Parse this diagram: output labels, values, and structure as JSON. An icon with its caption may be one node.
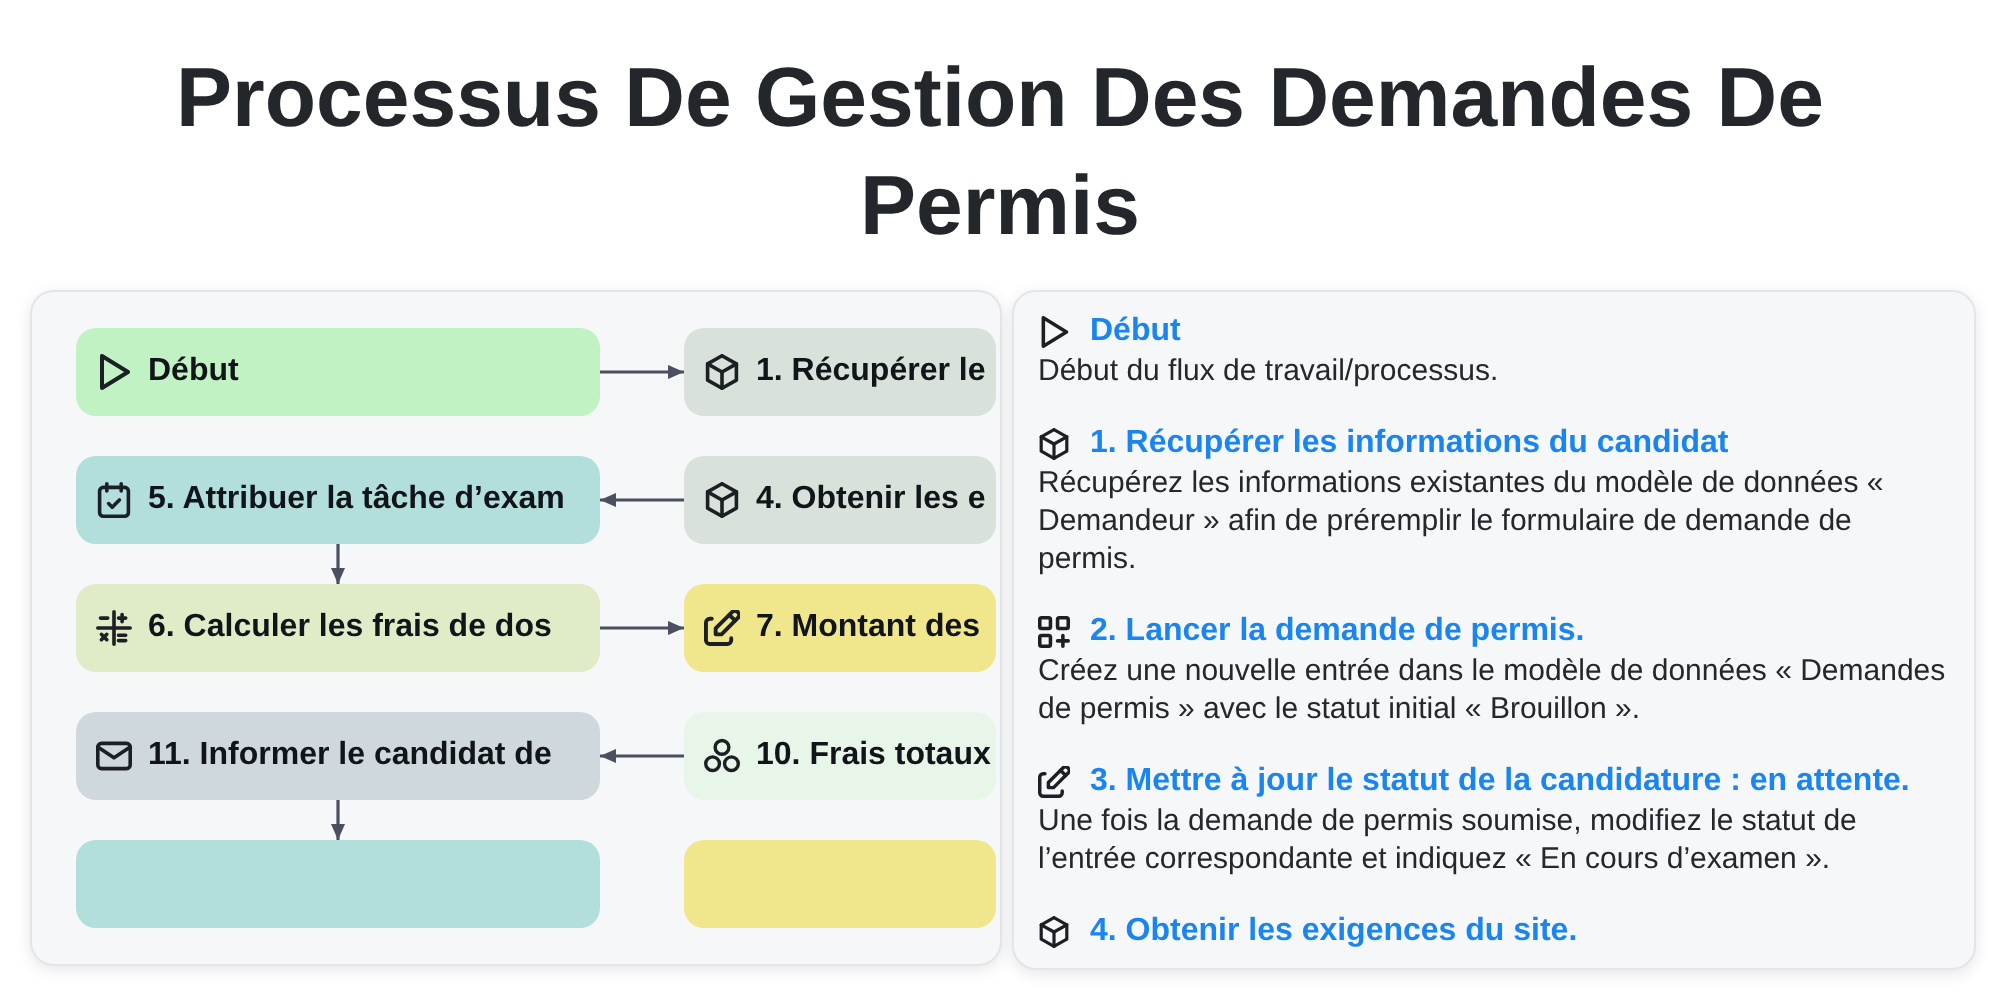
{
  "diagram": {
    "title": "Processus De Gestion Des Demandes De Permis",
    "nodes": [
      {
        "text": [
          "Début"
        ]
      },
      {
        "text": [
          "1. Récupérer le"
        ]
      },
      {
        "text": [
          "5. Attribuer la tâche d’exam"
        ]
      },
      {
        "text": [
          "4. Obtenir les e"
        ]
      },
      {
        "text": [
          "6. Calculer les frais de dos"
        ]
      },
      {
        "text": [
          "7. Montant des"
        ]
      },
      {
        "text": [
          "11. Informer le candidat de"
        ]
      },
      {
        "text": [
          "10. Frais totaux"
        ]
      },
      {
        "text": [],
        "shape": "box"
      },
      {
        "text": [],
        "shape": "box"
      },
      {
        "text": [
          "Début",
          "Début du flux de travail/processus.",
          "1. Récupérer les informations du candidat",
          "Récupérez les informations existantes du modèle de données « Demandeur » afin de préremplir le formulaire de demande de permis.",
          "2. Lancer la demande de permis.",
          "Créez une nouvelle entrée dans le modèle de données « Demandes de permis » avec le statut initial « Brouillon ».",
          "3. Mettre à jour le statut de la candidature : en attente.",
          "Une fois la demande de permis soumise, modifiez le statut de l’entrée correspondante et indiquez « En cours d’examen ».",
          "4. Obtenir les exigences du site."
        ]
      }
    ],
    "edges": [
      {
        "from": 0,
        "to": 1,
        "arrow": "to"
      },
      {
        "from": 3,
        "to": 2,
        "arrow": "to"
      },
      {
        "from": 2,
        "to": 4,
        "arrow": "to"
      },
      {
        "from": 4,
        "to": 5,
        "arrow": "to"
      },
      {
        "from": 7,
        "to": 6,
        "arrow": "to"
      },
      {
        "from": 6,
        "to": 8,
        "arrow": "to"
      }
    ]
  }
}
